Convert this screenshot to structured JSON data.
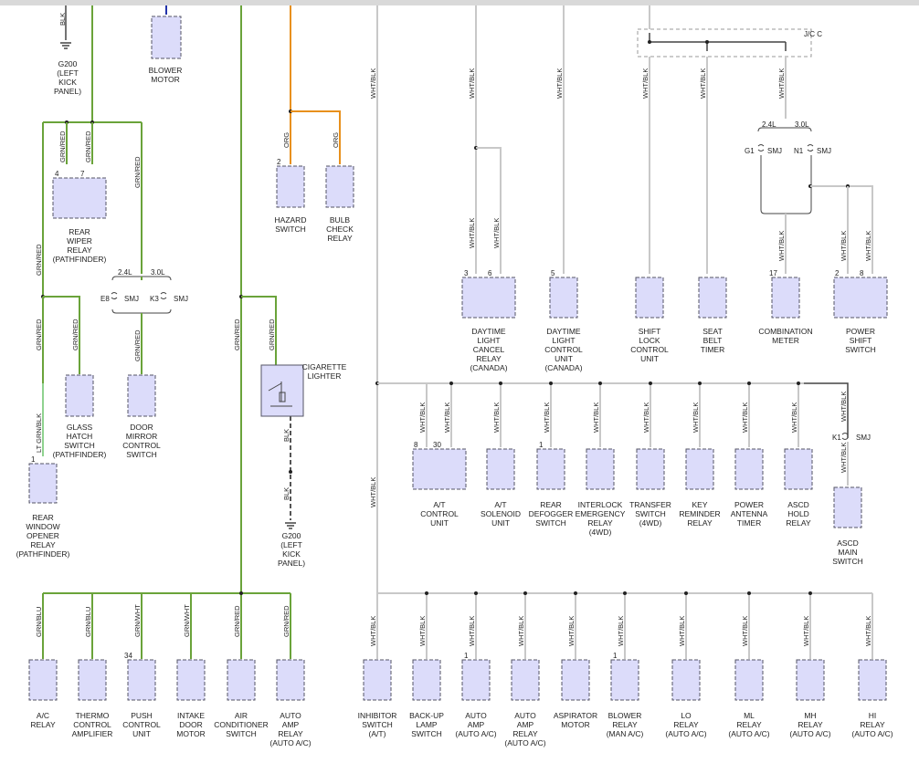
{
  "components": [
    {
      "id": "g200_top",
      "lines": [
        "G200",
        "(LEFT",
        "KICK",
        "PANEL)"
      ]
    },
    {
      "id": "blower_motor",
      "lines": [
        "BLOWER",
        "MOTOR"
      ]
    },
    {
      "id": "rear_wiper_relay",
      "lines": [
        "REAR",
        "WIPER",
        "RELAY",
        "(PATHFINDER)"
      ],
      "pins": [
        "4",
        "7"
      ]
    },
    {
      "id": "hazard_switch",
      "lines": [
        "HAZARD",
        "SWITCH"
      ],
      "pins": [
        "2"
      ]
    },
    {
      "id": "bulb_check_relay",
      "lines": [
        "BULB",
        "CHECK",
        "RELAY"
      ]
    },
    {
      "id": "glass_hatch_switch",
      "lines": [
        "GLASS",
        "HATCH",
        "SWITCH",
        "(PATHFINDER)"
      ]
    },
    {
      "id": "door_mirror_switch",
      "lines": [
        "DOOR",
        "MIRROR",
        "CONTROL",
        "SWITCH"
      ]
    },
    {
      "id": "rear_window_opener_relay",
      "lines": [
        "REAR",
        "WINDOW",
        "OPENER",
        "RELAY",
        "(PATHFINDER)"
      ],
      "pins": [
        "1"
      ]
    },
    {
      "id": "cigarette_lighter",
      "lines": [
        "CIGARETTE",
        "LIGHTER"
      ]
    },
    {
      "id": "g200_mid",
      "lines": [
        "G200",
        "(LEFT",
        "KICK",
        "PANEL)"
      ]
    },
    {
      "id": "daytime_cancel_relay",
      "lines": [
        "DAYTIME",
        "LIGHT",
        "CANCEL",
        "RELAY",
        "(CANADA)"
      ],
      "pins": [
        "3",
        "6"
      ]
    },
    {
      "id": "daytime_control_unit",
      "lines": [
        "DAYTIME",
        "LIGHT",
        "CONTROL",
        "UNIT",
        "(CANADA)"
      ],
      "pins": [
        "5"
      ]
    },
    {
      "id": "shift_lock_unit",
      "lines": [
        "SHIFT",
        "LOCK",
        "CONTROL",
        "UNIT"
      ]
    },
    {
      "id": "seat_belt_timer",
      "lines": [
        "SEAT",
        "BELT",
        "TIMER"
      ]
    },
    {
      "id": "combination_meter",
      "lines": [
        "COMBINATION",
        "METER"
      ],
      "pins": [
        "17"
      ]
    },
    {
      "id": "power_shift_switch",
      "lines": [
        "POWER",
        "SHIFT",
        "SWITCH"
      ],
      "pins": [
        "2",
        "8"
      ]
    },
    {
      "id": "at_control_unit",
      "lines": [
        "A/T",
        "CONTROL",
        "UNIT"
      ],
      "pins": [
        "8",
        "30"
      ]
    },
    {
      "id": "at_solenoid_unit",
      "lines": [
        "A/T",
        "SOLENOID",
        "UNIT"
      ]
    },
    {
      "id": "rear_defogger_switch",
      "lines": [
        "REAR",
        "DEFOGGER",
        "SWITCH"
      ],
      "pins": [
        "1"
      ]
    },
    {
      "id": "interlock_relay",
      "lines": [
        "INTERLOCK",
        "EMERGENCY",
        "RELAY",
        "(4WD)"
      ]
    },
    {
      "id": "transfer_switch",
      "lines": [
        "TRANSFER",
        "SWITCH",
        "(4WD)"
      ]
    },
    {
      "id": "key_reminder_relay",
      "lines": [
        "KEY",
        "REMINDER",
        "RELAY"
      ]
    },
    {
      "id": "power_antenna_timer",
      "lines": [
        "POWER",
        "ANTENNA",
        "TIMER"
      ]
    },
    {
      "id": "ascd_hold_relay",
      "lines": [
        "ASCD",
        "HOLD",
        "RELAY"
      ]
    },
    {
      "id": "ascd_main_switch",
      "lines": [
        "ASCD",
        "MAIN",
        "SWITCH"
      ]
    },
    {
      "id": "ac_relay",
      "lines": [
        "A/C",
        "RELAY"
      ]
    },
    {
      "id": "thermo_amp",
      "lines": [
        "THERMO",
        "CONTROL",
        "AMPLIFIER"
      ]
    },
    {
      "id": "push_control_unit",
      "lines": [
        "PUSH",
        "CONTROL",
        "UNIT"
      ],
      "pins": [
        "34"
      ]
    },
    {
      "id": "intake_door_motor",
      "lines": [
        "INTAKE",
        "DOOR",
        "MOTOR"
      ]
    },
    {
      "id": "ac_switch",
      "lines": [
        "AIR",
        "CONDITIONER",
        "SWITCH"
      ]
    },
    {
      "id": "auto_amp_relay_left",
      "lines": [
        "AUTO",
        "AMP",
        "RELAY",
        "(AUTO A/C)"
      ]
    },
    {
      "id": "inhibitor_switch",
      "lines": [
        "INHIBITOR",
        "SWITCH",
        "(A/T)"
      ]
    },
    {
      "id": "backup_lamp_switch",
      "lines": [
        "BACK-UP",
        "LAMP",
        "SWITCH"
      ]
    },
    {
      "id": "auto_amp",
      "lines": [
        "AUTO",
        "AMP",
        "(AUTO A/C)"
      ],
      "pins": [
        "1"
      ]
    },
    {
      "id": "auto_amp_relay",
      "lines": [
        "AUTO",
        "AMP",
        "RELAY",
        "(AUTO A/C)"
      ]
    },
    {
      "id": "aspirator_motor",
      "lines": [
        "ASPIRATOR",
        "MOTOR"
      ]
    },
    {
      "id": "blower_relay",
      "lines": [
        "BLOWER",
        "RELAY",
        "(MAN A/C)"
      ],
      "pins": [
        "1"
      ]
    },
    {
      "id": "lo_relay",
      "lines": [
        "LO",
        "RELAY",
        "(AUTO A/C)"
      ]
    },
    {
      "id": "ml_relay",
      "lines": [
        "ML",
        "RELAY",
        "(AUTO A/C)"
      ]
    },
    {
      "id": "mh_relay",
      "lines": [
        "MH",
        "RELAY",
        "(AUTO A/C)"
      ]
    },
    {
      "id": "hi_relay",
      "lines": [
        "HI",
        "RELAY",
        "(AUTO A/C)"
      ]
    }
  ],
  "wire_labels": {
    "blk": "BLK",
    "grnred": "GRN/RED",
    "grnblu": "GRN/BLU",
    "grnwht": "GRN/WHT",
    "org": "ORG",
    "whtblk": "WHT/BLK",
    "ltgrnblk": "LT GRN/BLK"
  },
  "connectors": {
    "jcc": "J/C C",
    "size_24l": "2.4L",
    "size_30l": "3.0L",
    "smj": "SMJ",
    "e8": "E8",
    "k3": "K3",
    "g1": "G1",
    "n1": "N1",
    "k1": "K1"
  },
  "colors": {
    "green_wire": "#6aa33a",
    "white_wire": "#c8c8c8",
    "orange_wire": "#e8901c",
    "black_wire": "#444444",
    "blue_wire": "#2233aa",
    "component_fill": "#dcdcfa"
  }
}
